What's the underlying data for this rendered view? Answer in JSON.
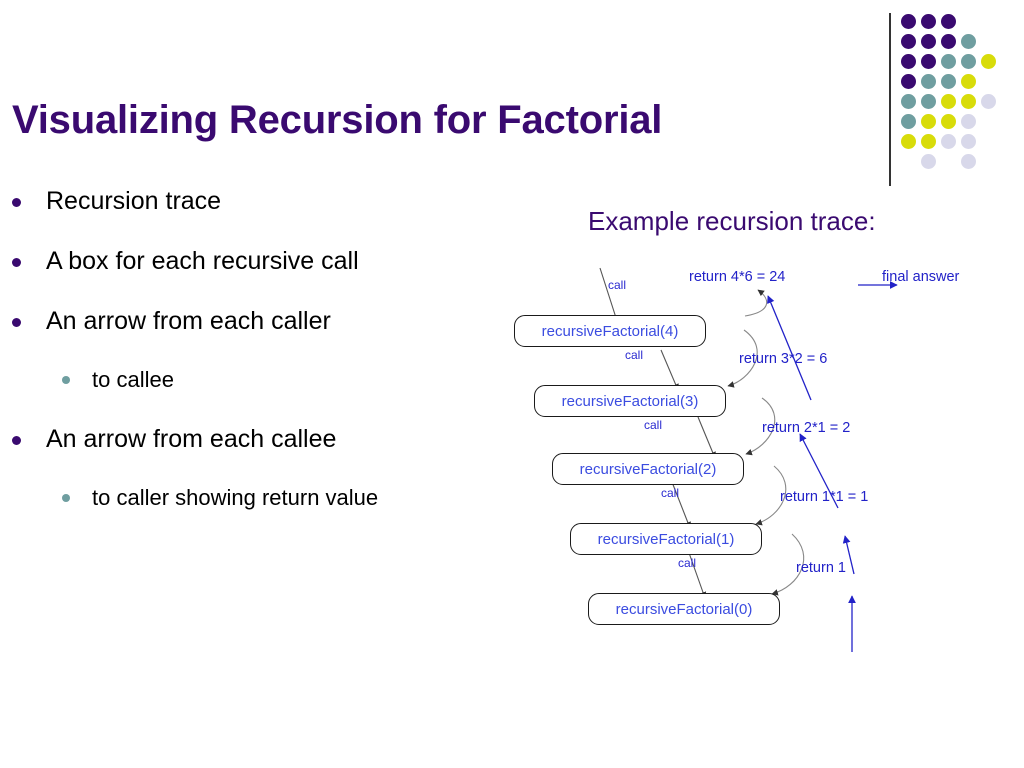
{
  "slide": {
    "title": "Visualizing Recursion for Factorial",
    "background_color": "#ffffff",
    "title_color": "#3a0a70"
  },
  "logo": {
    "name": "dot-grid-logo",
    "colors": {
      "purple": "#3a0a70",
      "teal": "#6f9ea0",
      "yellow": "#d8dc0a",
      "lavender": "#d8d8ea"
    },
    "divider_color": "#333333",
    "grid": [
      [
        "purple",
        "purple",
        "purple",
        null,
        null
      ],
      [
        "purple",
        "purple",
        "purple",
        "teal",
        null
      ],
      [
        "purple",
        "purple",
        "teal",
        "teal",
        "yellow"
      ],
      [
        "purple",
        "teal",
        "teal",
        "yellow",
        null
      ],
      [
        "teal",
        "teal",
        "yellow",
        "yellow",
        "lavender"
      ],
      [
        "teal",
        "yellow",
        "yellow",
        "lavender",
        null
      ],
      [
        "yellow",
        "yellow",
        "lavender",
        "lavender",
        null
      ],
      [
        null,
        "lavender",
        null,
        "lavender",
        null
      ]
    ]
  },
  "bullets": [
    {
      "level": 1,
      "text": "Recursion trace"
    },
    {
      "level": 1,
      "text": "A box for each recursive call"
    },
    {
      "level": 1,
      "text": "An arrow from each caller"
    },
    {
      "level": 2,
      "text": "to callee"
    },
    {
      "level": 1,
      "text": "An arrow from each callee"
    },
    {
      "level": 2,
      "text": "to caller showing return value"
    }
  ],
  "diagram": {
    "heading": "Example recursion trace:",
    "heading_color": "#3a0a70",
    "box_text_color": "#3b4ce0",
    "label_color": "#2222c8",
    "call_arrow_color": "#555555",
    "return_arrow_color": "#2222c8",
    "boxes": [
      {
        "label": "recursiveFactorial(4)"
      },
      {
        "label": "recursiveFactorial(3)"
      },
      {
        "label": "recursiveFactorial(2)"
      },
      {
        "label": "recursiveFactorial(1)"
      },
      {
        "label": "recursiveFactorial(0)"
      }
    ],
    "call_labels": [
      "call",
      "call",
      "call",
      "call",
      "call"
    ],
    "return_labels": [
      "return 4*6 = 24",
      "return 3*2 = 6",
      "return 2*1 = 2",
      "return 1*1 = 1",
      "return 1"
    ],
    "final_answer_label": "final answer"
  }
}
